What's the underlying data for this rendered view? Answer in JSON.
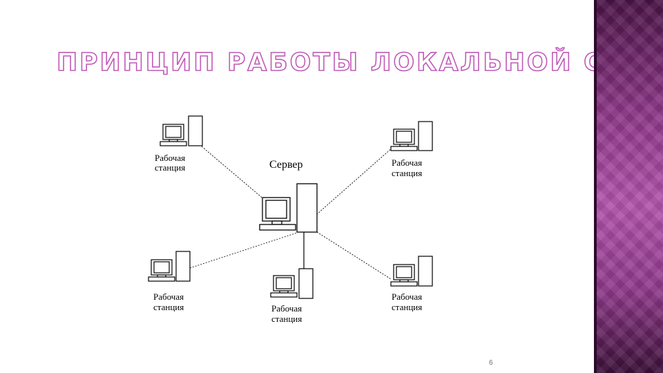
{
  "slide": {
    "title": "ПРИНЦИП РАБОТЫ ЛОКАЛЬНОЙ СЕТИ",
    "page_number": "6"
  },
  "diagram": {
    "server": {
      "label": "Сервер",
      "icon": "server-computer-icon"
    },
    "workstations": [
      {
        "id": "top-left",
        "line1": "Рабочая",
        "line2": "станция",
        "icon": "workstation-icon"
      },
      {
        "id": "top-right",
        "line1": "Рабочая",
        "line2": "станция",
        "icon": "workstation-icon"
      },
      {
        "id": "bottom-left",
        "line1": "Рабочая",
        "line2": "станция",
        "icon": "workstation-icon"
      },
      {
        "id": "bottom-center",
        "line1": "Рабочая",
        "line2": "станция",
        "icon": "workstation-icon"
      },
      {
        "id": "bottom-right",
        "line1": "Рабочая",
        "line2": "станция",
        "icon": "workstation-icon"
      }
    ]
  },
  "theme": {
    "title_outline": "#c05ab8",
    "panel": "#8b3585"
  }
}
